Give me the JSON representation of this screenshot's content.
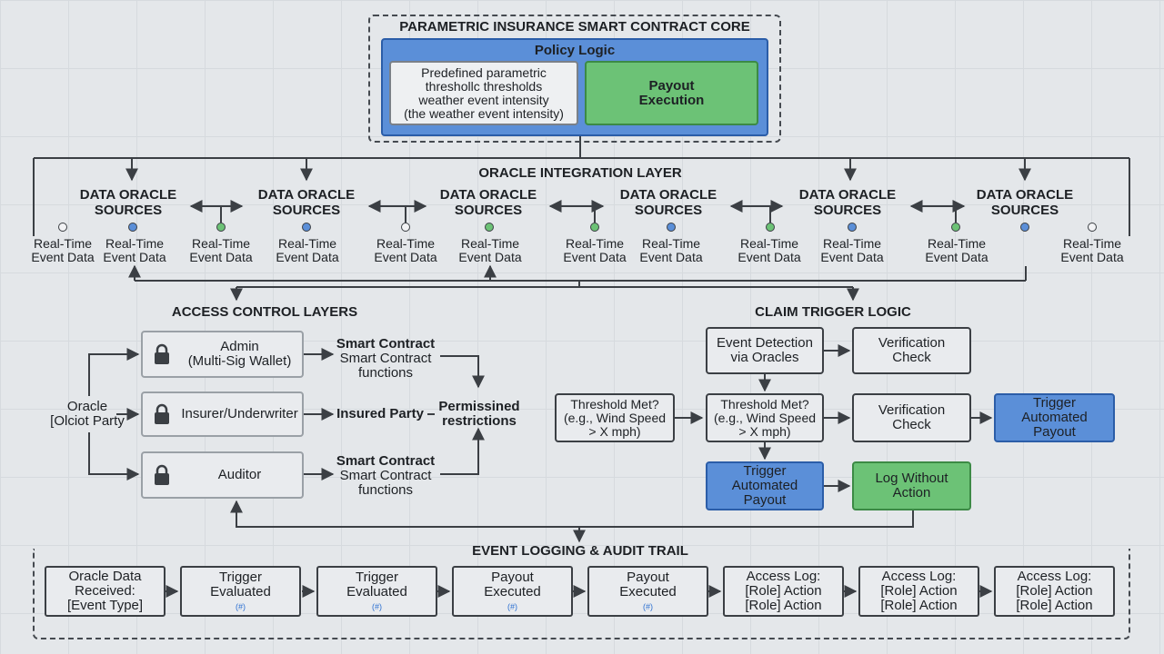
{
  "core": {
    "title": "PARAMETRIC INSURANCE SMART CONTRACT CORE",
    "policy_logic": "Policy Logic",
    "thresholds_lines": [
      "Predefined parametric",
      "threshollc thresholds",
      "weather event intensity",
      "(the weather event intensity)"
    ],
    "payout_lines": [
      "Payout",
      "Execution"
    ]
  },
  "oracle": {
    "title": "ORACLE INTEGRATION LAYER",
    "source_title_lines": [
      "DATA ORACLE",
      "SOURCES"
    ],
    "event_lines": [
      "Real-Time",
      "Event Data"
    ],
    "colors": {
      "white": "#f2f3f5",
      "blue": "#5b8fd8",
      "green": "#6cc276"
    }
  },
  "access": {
    "title": "ACCESS CONTROL LAYERS",
    "oracle_party_lines": [
      "Oracle",
      "[Olciot Party"
    ],
    "roles": [
      {
        "lines": [
          "Admin",
          "(Multi-Sig Wallet)"
        ],
        "icon": "lock-icon"
      },
      {
        "lines": [
          "Insurer/Underwriter"
        ],
        "icon": "lock-icon"
      },
      {
        "lines": [
          "Auditor"
        ],
        "icon": "lock-icon"
      }
    ],
    "targets": [
      {
        "lines": [
          "Smart Contract",
          "Smart Contract",
          "functions"
        ]
      },
      {
        "lines": [
          "Insured Party"
        ]
      },
      {
        "lines": [
          "Smart Contract",
          "Smart Contract",
          "functions"
        ]
      }
    ],
    "permissioned_lines": [
      "Permissined",
      "restrictions"
    ]
  },
  "claim": {
    "title": "CLAIM TRIGGER LOGIC",
    "event_detection_lines": [
      "Event Detection",
      "via Oracles"
    ],
    "verification_lines": [
      "Verification",
      "Check"
    ],
    "threshold_lines": [
      "Threshold Met?",
      "(e.g., Wind Speed",
      "> X mph)"
    ],
    "trigger_payout_lines": [
      "Trigger",
      "Automated",
      "Payout"
    ],
    "log_without_lines": [
      "Log Without",
      "Action"
    ]
  },
  "logging": {
    "title": "EVENT LOGGING & AUDIT TRAIL",
    "boxes": [
      {
        "lines": [
          "Oracle Data",
          "Received:",
          "[Event Type]"
        ],
        "mini": ""
      },
      {
        "lines": [
          "Trigger",
          "Evaluated"
        ],
        "mini": "(#)"
      },
      {
        "lines": [
          "Trigger",
          "Evaluated"
        ],
        "mini": "(#)"
      },
      {
        "lines": [
          "Payout",
          "Executed"
        ],
        "mini": "(#)"
      },
      {
        "lines": [
          "Payout",
          "Executed"
        ],
        "mini": "(#)"
      },
      {
        "lines": [
          "Access Log:",
          "[Role] Action",
          "[Role] Action"
        ],
        "mini": ""
      },
      {
        "lines": [
          "Access Log:",
          "[Role] Action",
          "[Role] Action"
        ],
        "mini": ""
      },
      {
        "lines": [
          "Access Log:",
          "[Role] Action",
          "[Role] Action"
        ],
        "mini": ""
      }
    ]
  }
}
